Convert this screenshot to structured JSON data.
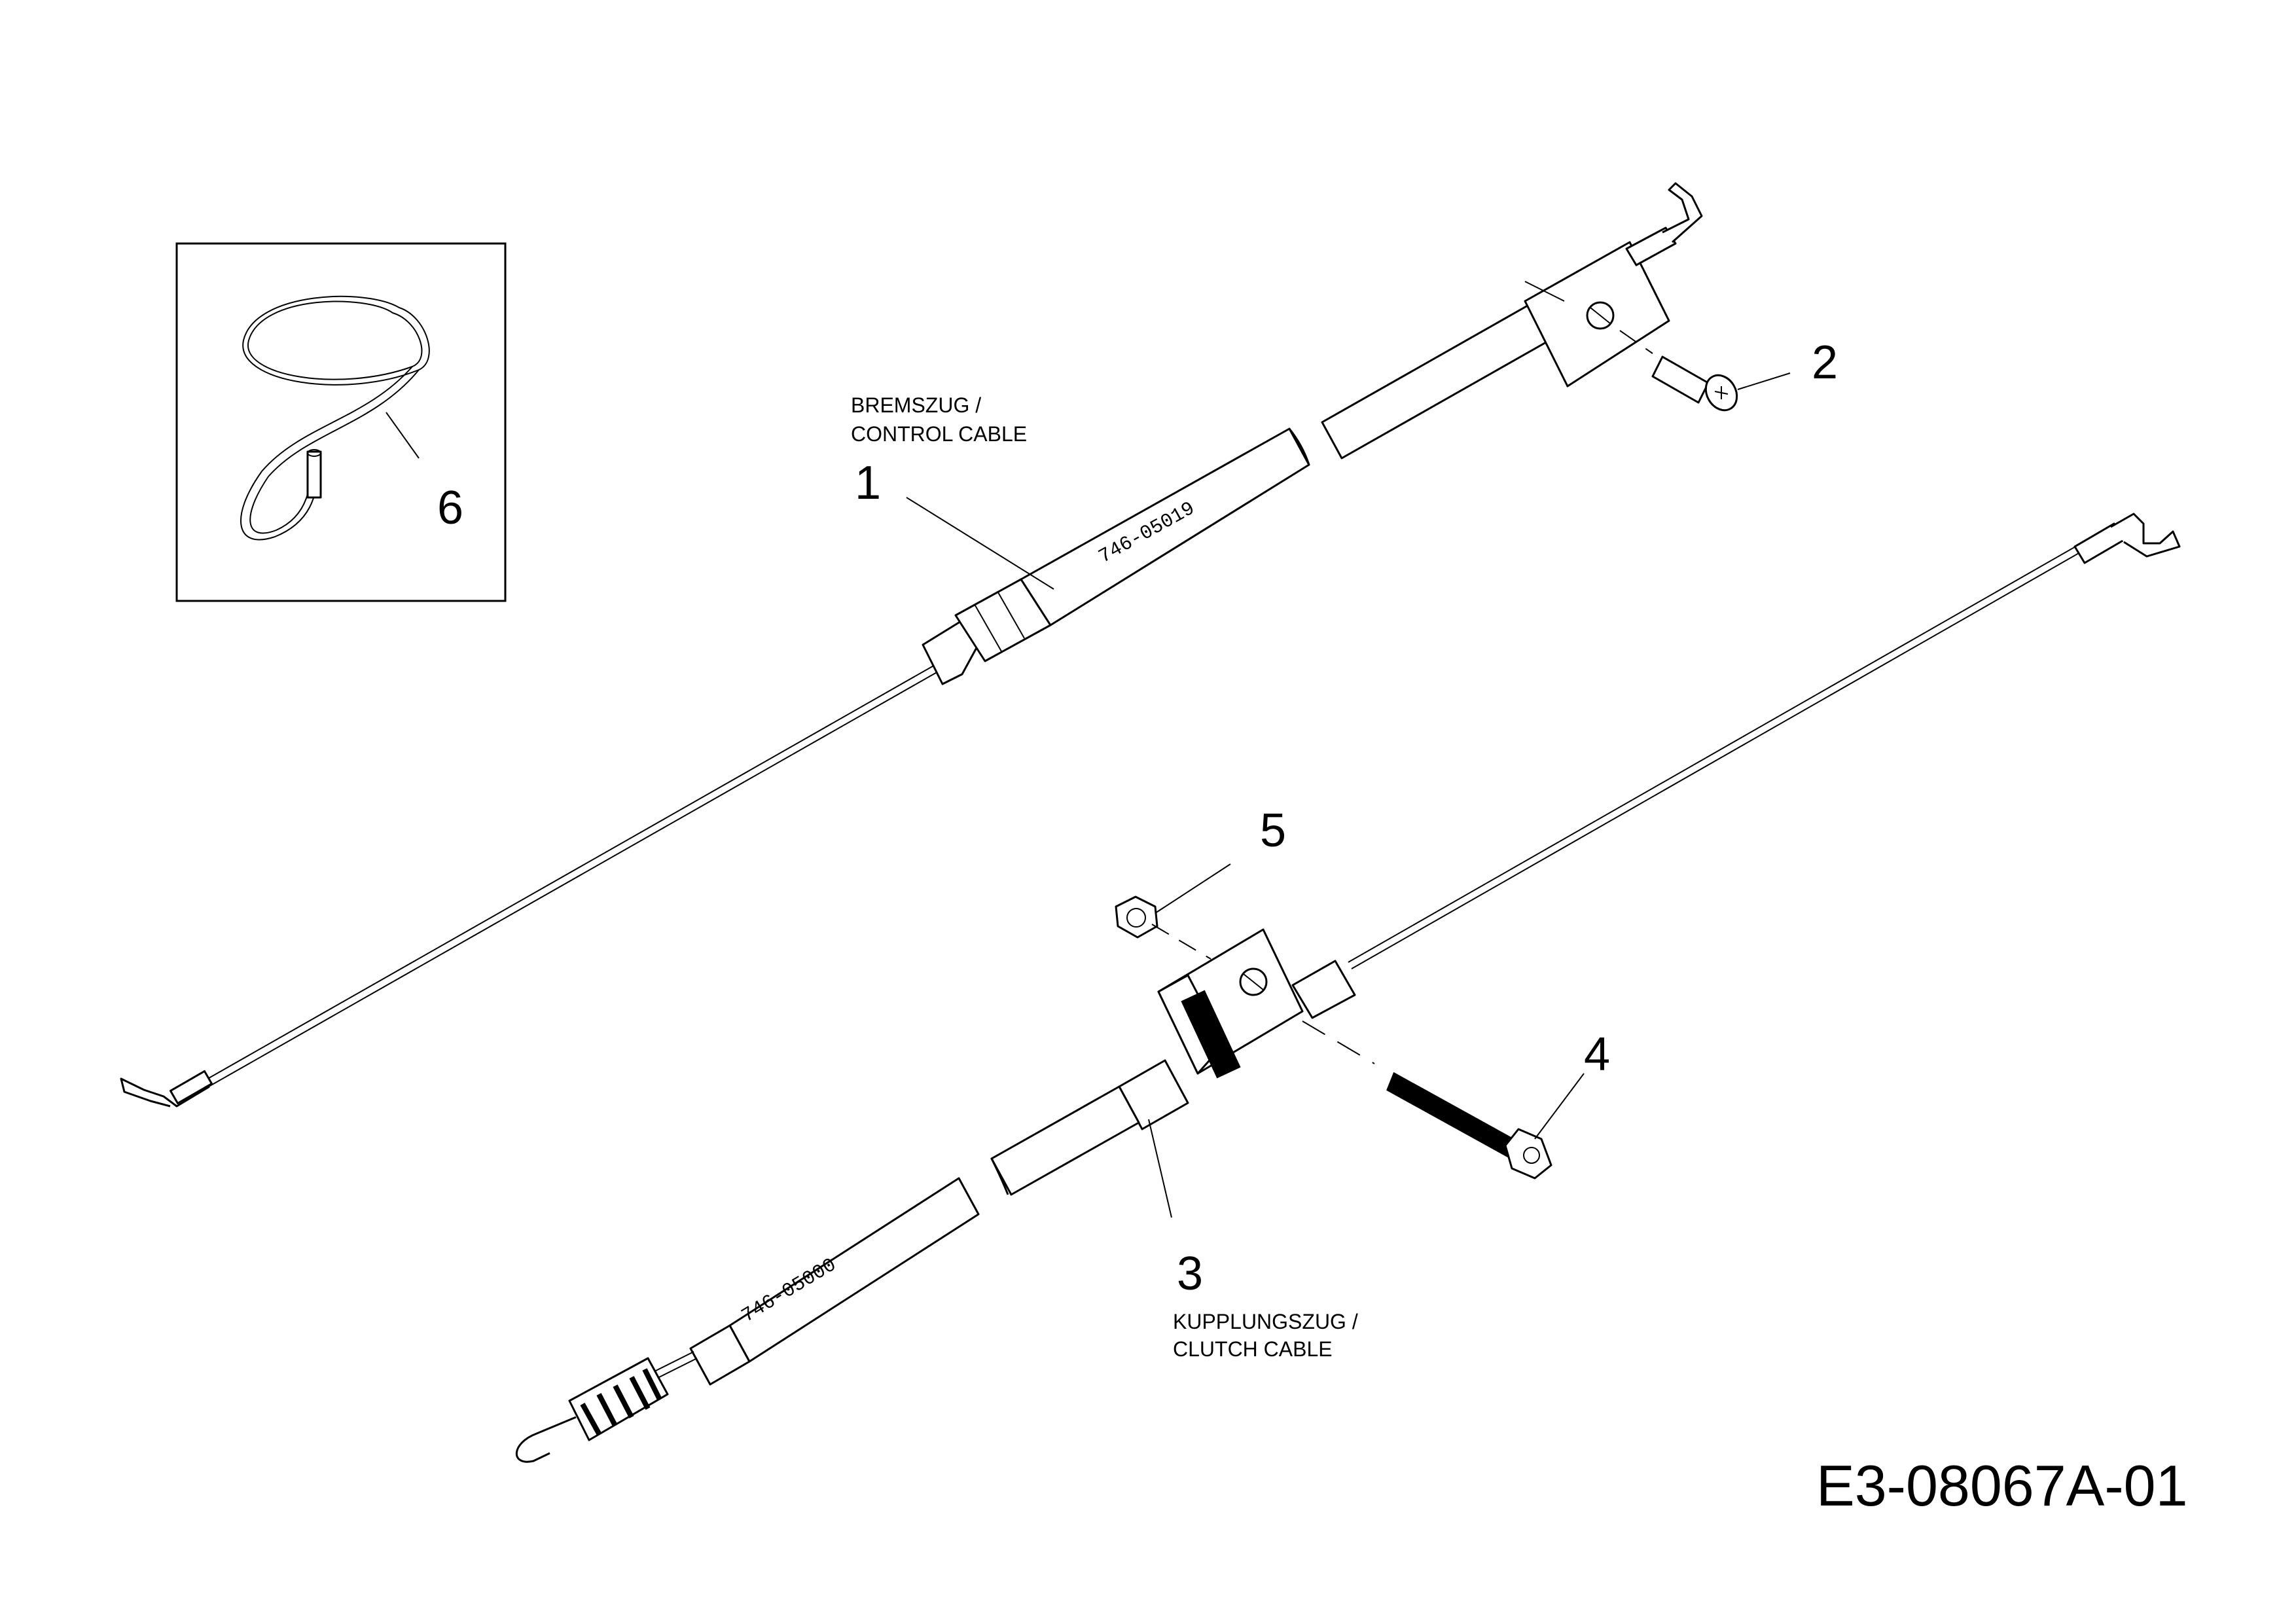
{
  "drawing_code": "E3-08067A-01",
  "captions": {
    "control_cable": [
      "BREMSZUG /",
      "CONTROL CABLE"
    ],
    "clutch_cable": [
      "KUPPLUNGSZUG /",
      "CLUTCH CABLE"
    ]
  },
  "part_numbers_on_cables": {
    "control_cable": "746-05019",
    "clutch_cable": "746-05000"
  },
  "callouts": [
    "1",
    "2",
    "3",
    "4",
    "5",
    "6"
  ]
}
